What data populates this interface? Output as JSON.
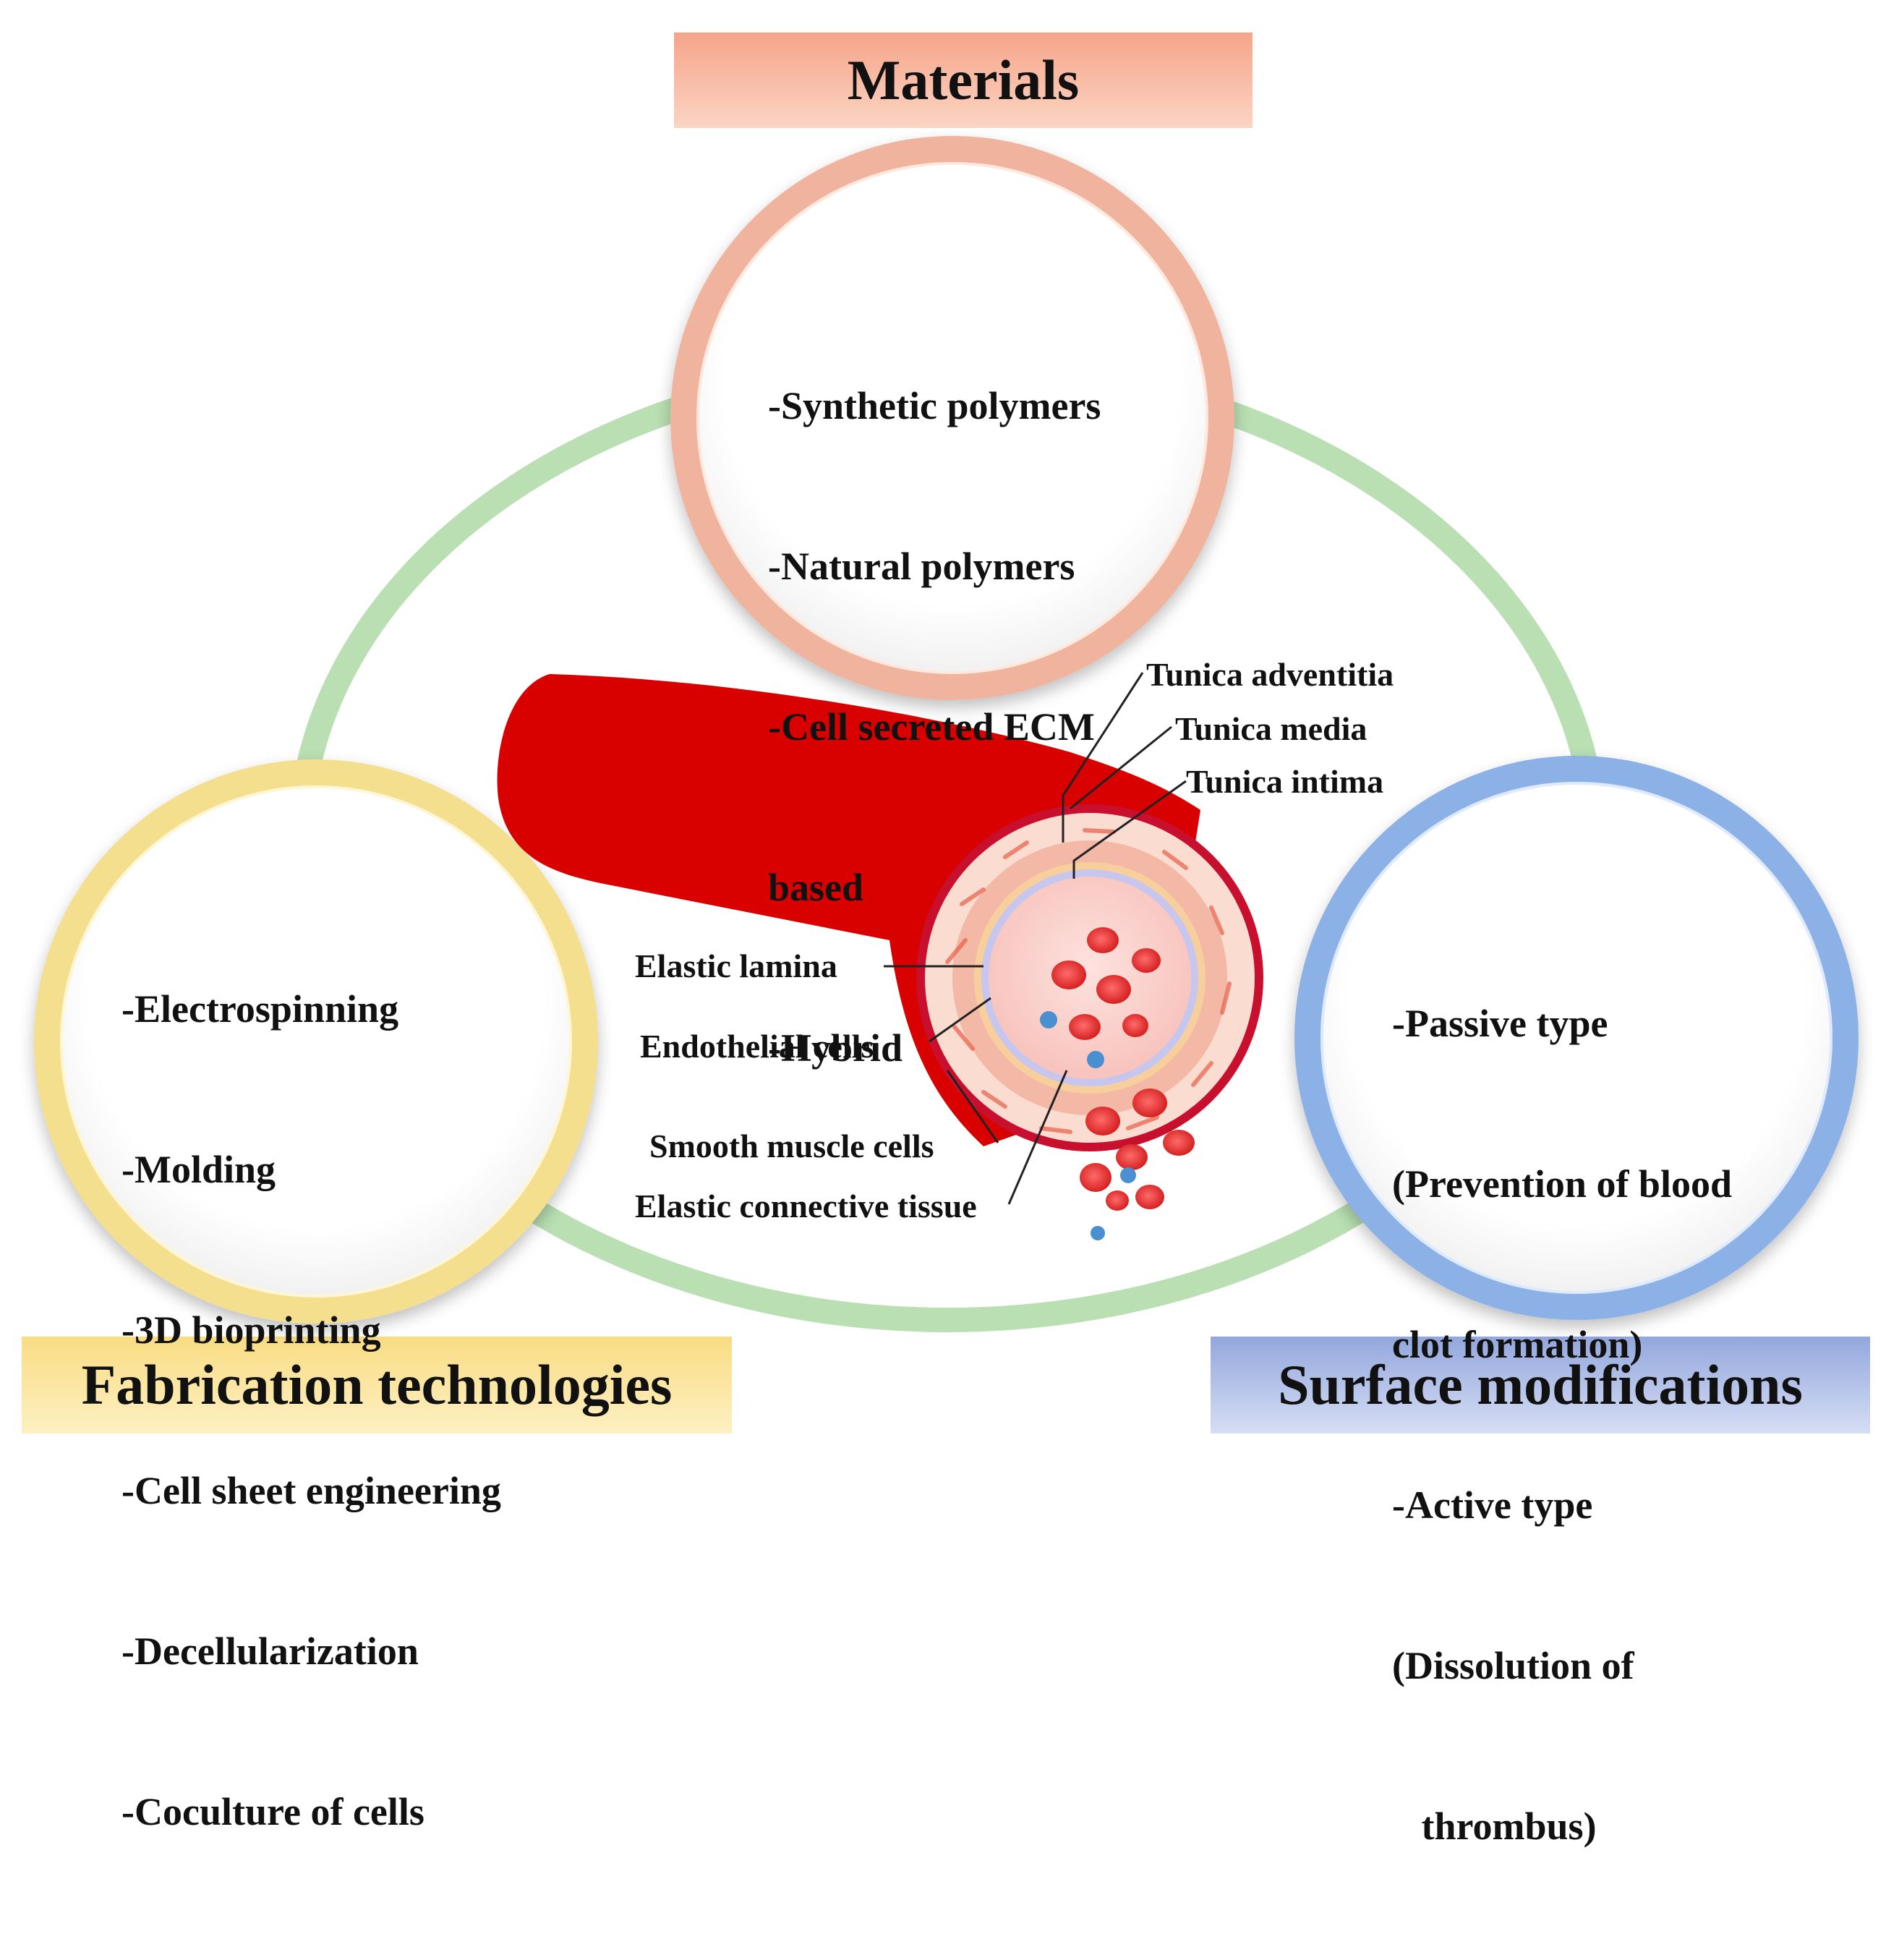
{
  "banners": {
    "materials": "Materials",
    "fabrication": "Fabrication technologies",
    "surface": "Surface modifications"
  },
  "materials_items": [
    "-Synthetic polymers",
    "-Natural polymers",
    "-Cell secreted ECM",
    "based",
    "-Hybrid"
  ],
  "fabrication_items": [
    "-Electrospinning",
    "-Molding",
    "-3D bioprinting",
    "-Cell sheet engineering",
    "-Decellularization",
    "-Coculture of cells"
  ],
  "surface_items": [
    "-Passive type",
    "(Prevention of blood",
    "clot formation)",
    "-Active type",
    "(Dissolution of",
    "   thrombus)"
  ],
  "vessel_labels": {
    "adventitia": "Tunica adventitia",
    "media": "Tunica media",
    "intima": "Tunica intima",
    "elastic_lamina": "Elastic lamina",
    "endothelial": "Endothelial cells",
    "smooth_muscle": "Smooth muscle cells",
    "connective": "Elastic connective tissue"
  },
  "colors": {
    "ring": "#b9dfb3",
    "materials_border": "#f0b49e",
    "fabrication_border": "#f4df8e",
    "surface_border": "#8bb1e6",
    "vessel_red": "#d90000"
  }
}
